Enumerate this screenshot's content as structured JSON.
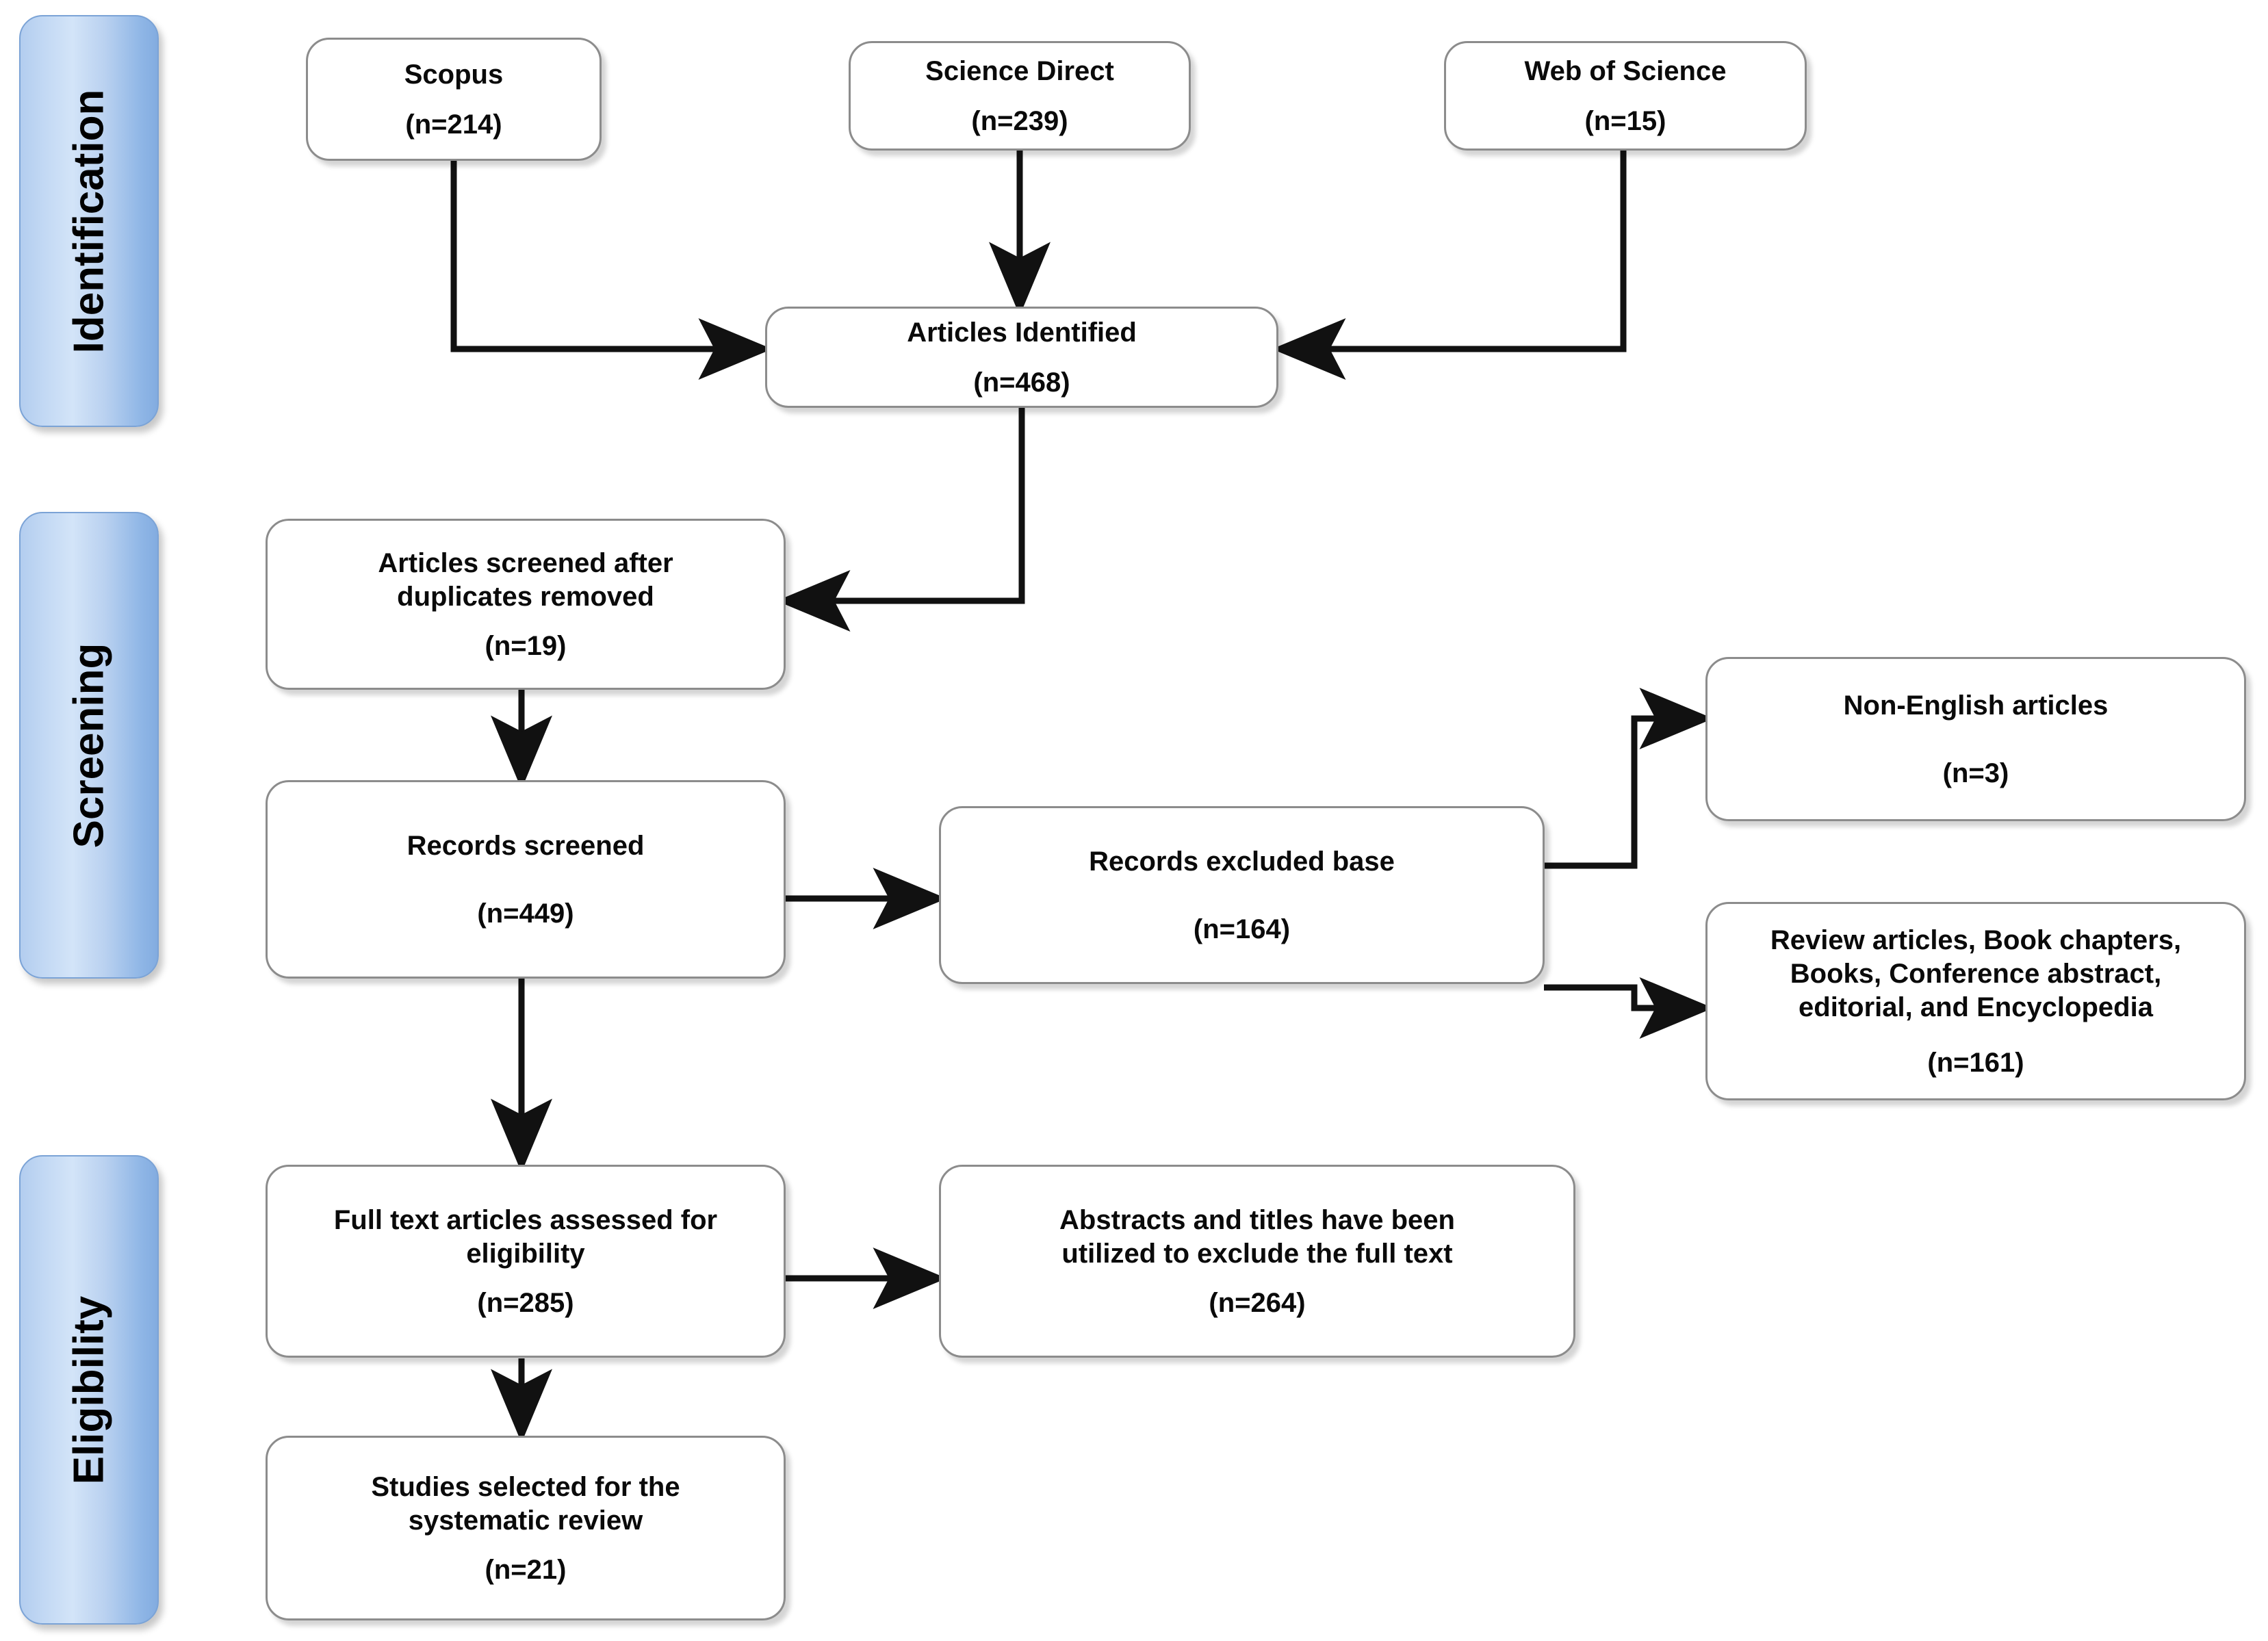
{
  "diagram": {
    "type": "PRISMA flow diagram",
    "phases": [
      {
        "id": "identification",
        "label": "Identification"
      },
      {
        "id": "screening",
        "label": "Screening"
      },
      {
        "id": "eligibility",
        "label": "Eligibility"
      }
    ],
    "nodes": [
      {
        "id": "scopus",
        "title": "Scopus",
        "count": "(n=214)"
      },
      {
        "id": "science-direct",
        "title": "Science Direct",
        "count": "(n=239)"
      },
      {
        "id": "web-of-science",
        "title": "Web of Science",
        "count": "(n=15)"
      },
      {
        "id": "articles-identified",
        "title": "Articles Identified",
        "count": "(n=468)"
      },
      {
        "id": "articles-screened-duplicates",
        "title": "Articles screened after\nduplicates removed",
        "count": "(n=19)"
      },
      {
        "id": "records-screened",
        "title": "Records screened",
        "count": "(n=449)"
      },
      {
        "id": "records-excluded",
        "title": "Records excluded base",
        "count": "(n=164)"
      },
      {
        "id": "non-english",
        "title": "Non-English articles",
        "count": "(n=3)"
      },
      {
        "id": "review-articles",
        "title": "Review articles, Book chapters,\nBooks, Conference abstract,\neditorial, and Encyclopedia",
        "count": "(n=161)"
      },
      {
        "id": "full-text-assessed",
        "title": "Full text articles assessed for\neligibility",
        "count": "(n=285)"
      },
      {
        "id": "abstracts-titles",
        "title": "Abstracts and titles have been\nutilized to exclude the full text",
        "count": "(n=264)"
      },
      {
        "id": "studies-selected",
        "title": "Studies selected for the\nsystematic review",
        "count": "(n=21)"
      }
    ],
    "colors": {
      "phase_bar_light": "#d3e4f8",
      "phase_bar_dark": "#83ace0",
      "phase_bar_border": "#7ba3d6",
      "node_border": "#8c8c8c",
      "node_fill": "#ffffff",
      "connector": "#111111",
      "text": "#0a0a0a",
      "background": "#ffffff"
    }
  }
}
